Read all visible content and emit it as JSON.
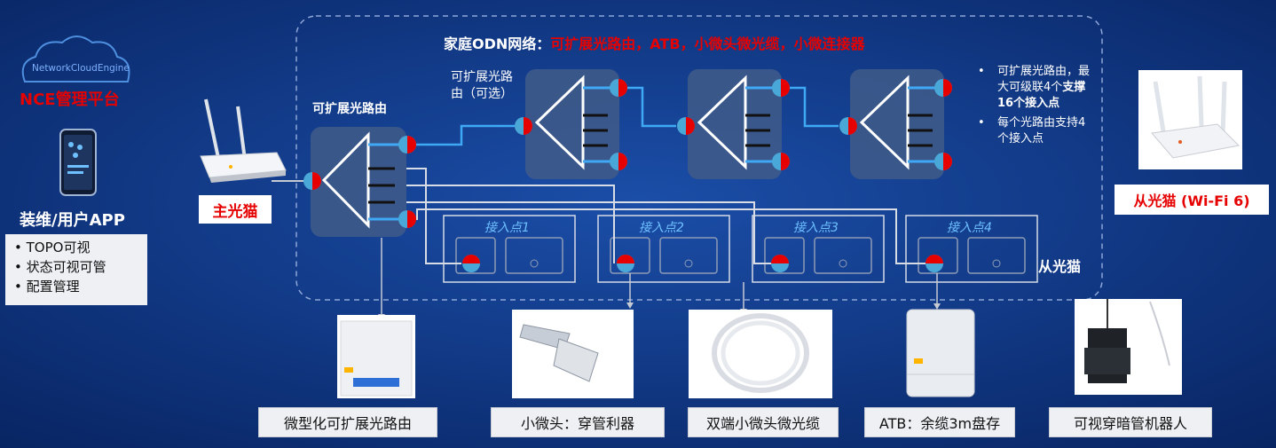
{
  "nce": {
    "logo_text": "NetworkCloudEngine",
    "title": "NCE管理平台"
  },
  "app": {
    "title": "装维/用户APP",
    "features": [
      "TOPO可视",
      "状态可视可管",
      "配置管理"
    ]
  },
  "main_ont_label": "主光猫",
  "odn": {
    "title_prefix": "家庭ODN网络：",
    "title_highlight": "可扩展光路由，ATB，小微头微光缆，小微连接器",
    "main_router_label": "可扩展光路由",
    "optional_router_label": "可扩展光路由（可选）",
    "access_points": [
      "接入点1",
      "接入点2",
      "接入点3",
      "接入点4"
    ],
    "sub_ont_label": "从光猫"
  },
  "notes": {
    "bullet1_normal": "可扩展光路由，最大可级联4个",
    "bullet1_bold": "支撑16个接入点",
    "bullet2": "每个光路由支持4个接入点"
  },
  "sub_ont_product": "从光猫 (Wi-Fi 6)",
  "products": [
    "微型化可扩展光路由",
    "小微头：穿管利器",
    "双端小微头微光缆",
    "ATB：余缆3m盘存",
    "可视穿暗管机器人"
  ],
  "colors": {
    "accent_red": "#e60000",
    "fiber_blue": "#3fa9f5",
    "ap_blue": "#6ec0ff"
  }
}
